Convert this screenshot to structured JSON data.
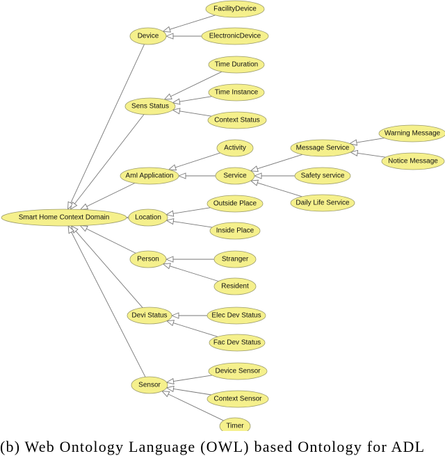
{
  "diagram": {
    "nodes": {
      "root": "Smart Home Context Domain",
      "device": "Device",
      "facility_device": "FacilityDevice",
      "electronic_device": "ElectronicDevice",
      "sens_status": "Sens Status",
      "time_duration": "Time Duration",
      "time_instance": "Time Instance",
      "context_status": "Context Status",
      "aml_application": "AmI Application",
      "activity": "Activity",
      "service": "Service",
      "message_service": "Message Service",
      "warning_message": "Warning Message",
      "notice_message": "Notice Message",
      "safety_service": "Safety service",
      "daily_life_service": "Daily Life Service",
      "location": "Location",
      "outside_place": "Outside Place",
      "inside_place": "Inside Place",
      "person": "Person",
      "stranger": "Stranger",
      "resident": "Resident",
      "devi_status": "Devi Status",
      "elec_dev_status": "Elec Dev Status",
      "fac_dev_status": "Fac Dev Status",
      "sensor": "Sensor",
      "device_sensor": "Device Sensor",
      "context_sensor": "Context Sensor",
      "timer": "Timer"
    },
    "edges": [
      [
        "device",
        "root"
      ],
      [
        "sens_status",
        "root"
      ],
      [
        "aml_application",
        "root"
      ],
      [
        "location",
        "root"
      ],
      [
        "person",
        "root"
      ],
      [
        "devi_status",
        "root"
      ],
      [
        "sensor",
        "root"
      ],
      [
        "facility_device",
        "device"
      ],
      [
        "electronic_device",
        "device"
      ],
      [
        "time_duration",
        "sens_status"
      ],
      [
        "time_instance",
        "sens_status"
      ],
      [
        "context_status",
        "sens_status"
      ],
      [
        "activity",
        "aml_application"
      ],
      [
        "service",
        "aml_application"
      ],
      [
        "message_service",
        "service"
      ],
      [
        "safety_service",
        "service"
      ],
      [
        "daily_life_service",
        "service"
      ],
      [
        "warning_message",
        "message_service"
      ],
      [
        "notice_message",
        "message_service"
      ],
      [
        "outside_place",
        "location"
      ],
      [
        "inside_place",
        "location"
      ],
      [
        "stranger",
        "person"
      ],
      [
        "resident",
        "person"
      ],
      [
        "elec_dev_status",
        "devi_status"
      ],
      [
        "fac_dev_status",
        "devi_status"
      ],
      [
        "device_sensor",
        "sensor"
      ],
      [
        "context_sensor",
        "sensor"
      ],
      [
        "timer",
        "sensor"
      ]
    ]
  },
  "caption": "(b) Web Ontology Language (OWL) based Ontology for ADL"
}
